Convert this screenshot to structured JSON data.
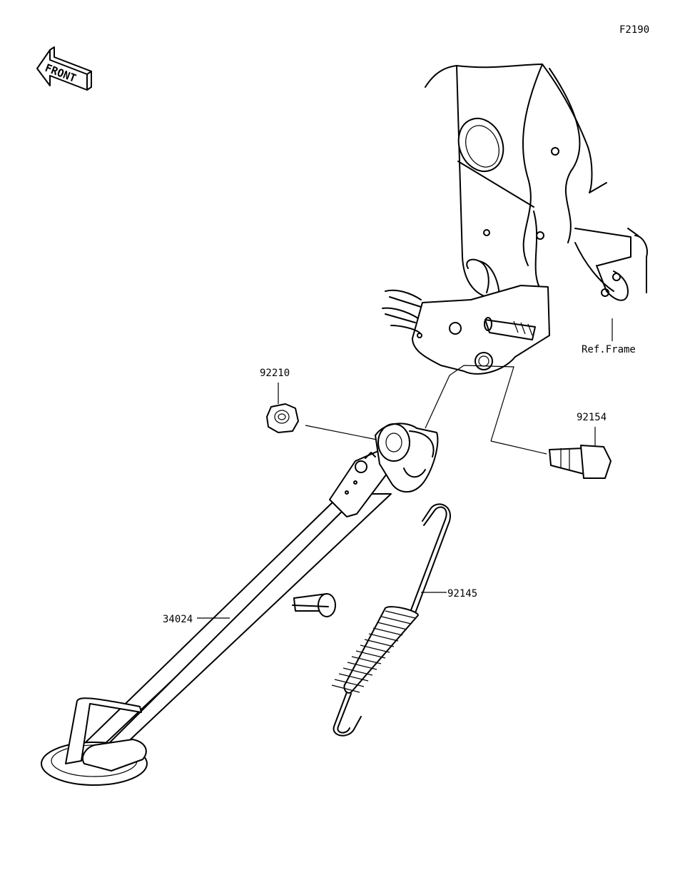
{
  "diagram_id": "F2190",
  "front_label": "FRONT",
  "callouts": {
    "nut": "92210",
    "bolt": "92154",
    "spring": "92145",
    "stand": "34024",
    "frame": "Ref.Frame"
  }
}
